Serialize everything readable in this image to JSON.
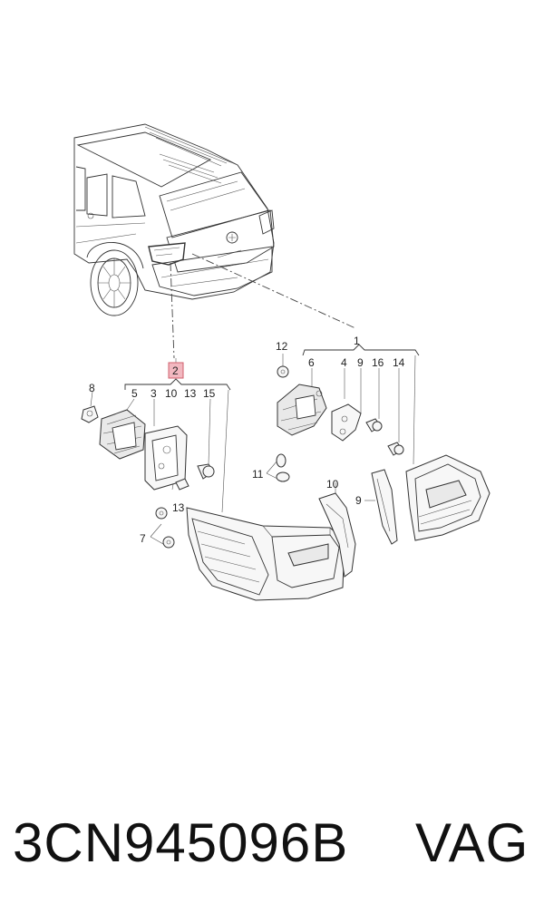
{
  "diagram": {
    "callouts": {
      "c1": "1",
      "c2": "2",
      "c3": "3",
      "c4": "4",
      "c5": "5",
      "c6": "6",
      "c7": "7",
      "c8": "8",
      "c9a": "9",
      "c9b": "9",
      "c10a": "10",
      "c10b": "10",
      "c11": "11",
      "c12": "12",
      "c13a": "13",
      "c13b": "13",
      "c14": "14",
      "c15": "15",
      "c16": "16"
    },
    "highlight_color": "#f2b8c0"
  },
  "caption": {
    "part_number": "3CN945096B",
    "brand": "VAG"
  }
}
